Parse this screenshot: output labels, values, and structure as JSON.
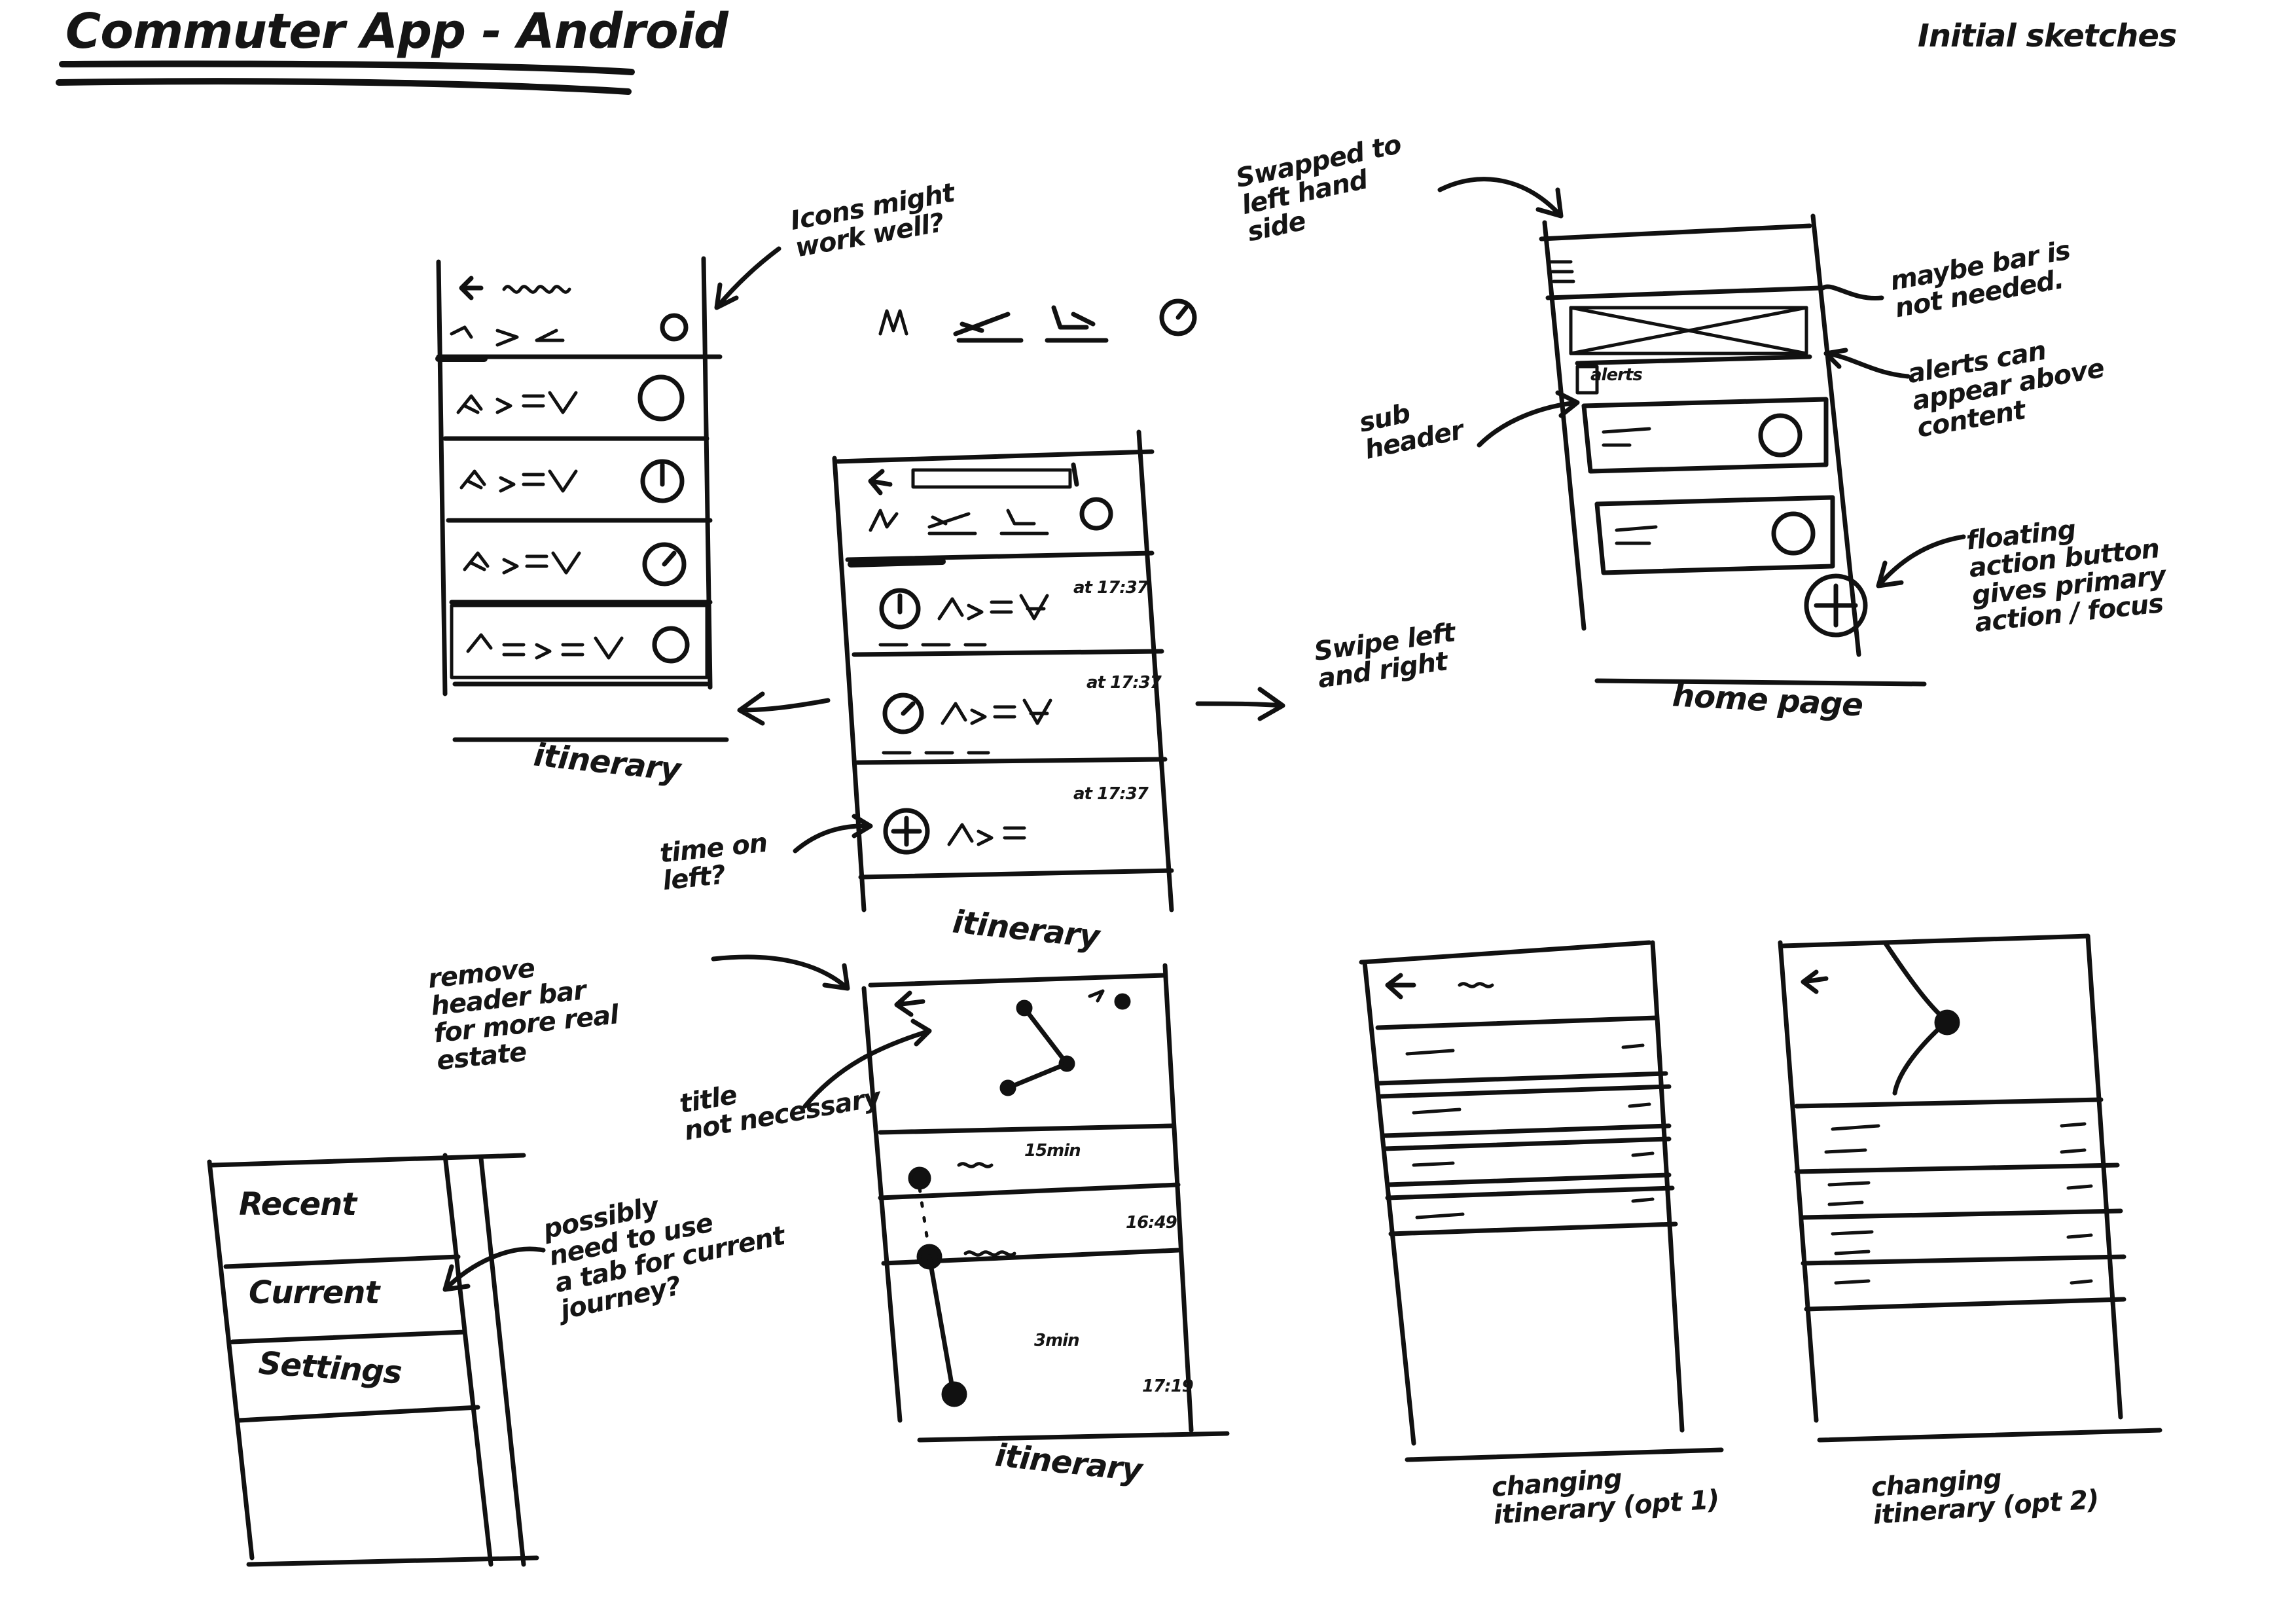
{
  "title": "Commuter App - Android",
  "subtitle": "Initial sketches",
  "icons_row": [
    "walk-icon",
    "train-icon",
    "bus-icon",
    "clock-icon"
  ],
  "annotations": {
    "icons": "Icons might\nwork well?",
    "swapped": "Swapped to\nleft hand\nside",
    "bar_not_needed": "maybe bar is\nnot needed.",
    "alerts": "alerts can\nappear above\ncontent",
    "sub_header": "sub\nheader",
    "fab": "floating\naction button\ngives primary\naction / focus",
    "swipe": "Swipe left\nand right",
    "time_left": "time on\nleft?",
    "remove_header": "remove\nheader bar\nfor more real\nestate",
    "title_not_necessary": "title\nnot necessary",
    "possibly_tabs": "possibly\nneed to use\na tab for current\njourney?"
  },
  "captions": {
    "itinerary_left": "itinerary",
    "itinerary_center": "itinerary",
    "home_page": "home page",
    "itinerary_map": "itinerary",
    "changing_1": "changing\nitinerary (opt 1)",
    "changing_2": "changing\nitinerary (opt 2)"
  },
  "drawer_menu": {
    "items": [
      "Recent",
      "Current",
      "Settings"
    ]
  },
  "itinerary_center": {
    "times": [
      "at 17:37",
      "at 17:37",
      "at 17:37"
    ]
  },
  "home_page": {
    "alert_label": "alerts"
  },
  "map_screen": {
    "leg_duration": "15min",
    "time_1": "16:49",
    "leg_duration_2": "3min",
    "time_2": "17:19"
  }
}
